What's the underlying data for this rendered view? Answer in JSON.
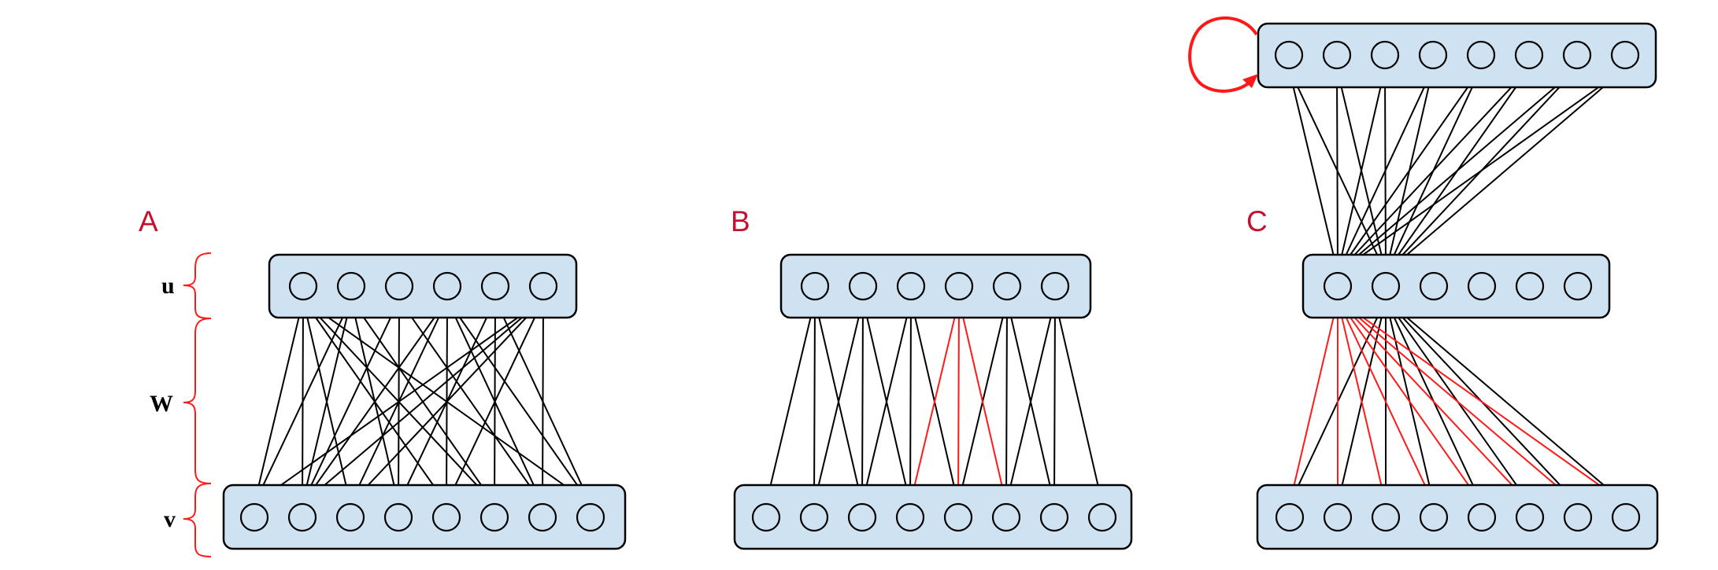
{
  "figure": {
    "description": "Three neural-network connectivity schematics: fully-connected (A), locally-connected/convolutional with shared weights highlighted (B), and a recurrent network with a self-loop on the top layer (C).",
    "colors": {
      "layer_fill": "#cfe2f1",
      "outline": "#000000",
      "highlight": "#ff1a1a",
      "panel_letter": "#c8102e"
    },
    "side_labels": {
      "u": "u",
      "W": "W",
      "v": "v"
    },
    "panels": [
      {
        "id": "A",
        "letter": "A",
        "layers": [
          {
            "name": "u",
            "units": 6
          },
          {
            "name": "v",
            "units": 8
          }
        ],
        "connections": [
          {
            "from_layer": "u",
            "to_layer": "v",
            "from": 0,
            "to": [
              0,
              1,
              2,
              4,
              5,
              7
            ],
            "color": "black"
          },
          {
            "from_layer": "u",
            "to_layer": "v",
            "from": 1,
            "to": [
              0,
              1,
              3,
              5
            ],
            "color": "black"
          },
          {
            "from_layer": "u",
            "to_layer": "v",
            "from": 2,
            "to": [
              1,
              3,
              6
            ],
            "color": "black"
          },
          {
            "from_layer": "u",
            "to_layer": "v",
            "from": 3,
            "to": [
              1,
              2,
              4,
              6,
              7
            ],
            "color": "black"
          },
          {
            "from_layer": "u",
            "to_layer": "v",
            "from": 4,
            "to": [
              3,
              5,
              7
            ],
            "color": "black"
          },
          {
            "from_layer": "u",
            "to_layer": "v",
            "from": 5,
            "to": [
              0,
              1,
              2,
              4,
              6
            ],
            "color": "black"
          }
        ]
      },
      {
        "id": "B",
        "letter": "B",
        "layers": [
          {
            "name": "u",
            "units": 6
          },
          {
            "name": "v",
            "units": 8
          }
        ],
        "connections": [
          {
            "from_layer": "u",
            "to_layer": "v",
            "from": 0,
            "to": [
              0,
              1,
              2
            ],
            "color": "black"
          },
          {
            "from_layer": "u",
            "to_layer": "v",
            "from": 1,
            "to": [
              1,
              2,
              3
            ],
            "color": "black"
          },
          {
            "from_layer": "u",
            "to_layer": "v",
            "from": 2,
            "to": [
              2,
              3,
              4
            ],
            "color": "black"
          },
          {
            "from_layer": "u",
            "to_layer": "v",
            "from": 3,
            "to": [
              3,
              4,
              5
            ],
            "color": "red"
          },
          {
            "from_layer": "u",
            "to_layer": "v",
            "from": 4,
            "to": [
              4,
              5,
              6
            ],
            "color": "black"
          },
          {
            "from_layer": "u",
            "to_layer": "v",
            "from": 5,
            "to": [
              5,
              6,
              7
            ],
            "color": "black"
          }
        ]
      },
      {
        "id": "C",
        "letter": "C",
        "self_loop_on": "top",
        "layers": [
          {
            "name": "top",
            "units": 8
          },
          {
            "name": "middle",
            "units": 6
          },
          {
            "name": "bottom",
            "units": 8
          }
        ],
        "connections": [
          {
            "from_layer": "middle",
            "to_layer": "top",
            "from": 0,
            "to": [
              0,
              1,
              2,
              3,
              4,
              5,
              6,
              7
            ],
            "color": "black"
          },
          {
            "from_layer": "middle",
            "to_layer": "top",
            "from": 1,
            "to": [
              0,
              1,
              2,
              3,
              4,
              5,
              6,
              7
            ],
            "color": "black"
          },
          {
            "from_layer": "middle",
            "to_layer": "bottom",
            "from": 1,
            "to": [
              0,
              1,
              2,
              3,
              4,
              5,
              6,
              7
            ],
            "color": "black"
          },
          {
            "from_layer": "middle",
            "to_layer": "bottom",
            "from": 0,
            "to": [
              0,
              1,
              2,
              3,
              4,
              5,
              6,
              7
            ],
            "color": "red"
          }
        ]
      }
    ]
  }
}
